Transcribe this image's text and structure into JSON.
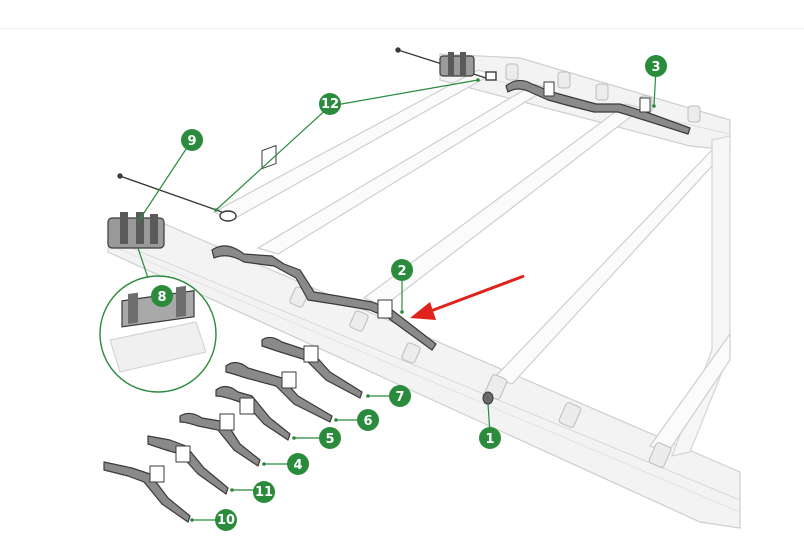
{
  "colors": {
    "callout_green": "#2a8b3c",
    "leader_green": "#2a8b3c",
    "arrow_red": "#e0231c",
    "frame_fill": "#f3f3f3",
    "frame_stroke": "#cfcfcf",
    "part_fill": "#8a8a8a",
    "part_stroke": "#3a3a3a"
  },
  "callouts": [
    {
      "id": "c1",
      "label": "1",
      "part": "end-cap-plug"
    },
    {
      "id": "c2",
      "label": "2",
      "part": "front-rail-spring-arm"
    },
    {
      "id": "c3",
      "label": "3",
      "part": "rear-rail-spring-arm"
    },
    {
      "id": "c4",
      "label": "4",
      "part": "spring-arm-variant-4"
    },
    {
      "id": "c5",
      "label": "5",
      "part": "spring-arm-variant-5"
    },
    {
      "id": "c6",
      "label": "6",
      "part": "spring-arm-variant-6"
    },
    {
      "id": "c7",
      "label": "7",
      "part": "spring-arm-variant-7"
    },
    {
      "id": "c8",
      "label": "8",
      "part": "bracket-detail-magnifier"
    },
    {
      "id": "c9",
      "label": "9",
      "part": "mounting-bracket"
    },
    {
      "id": "c10",
      "label": "10",
      "part": "spring-arm-variant-10"
    },
    {
      "id": "c11",
      "label": "11",
      "part": "spring-arm-variant-11"
    },
    {
      "id": "c12",
      "label": "12",
      "part": "tension-cable"
    }
  ],
  "pointer": {
    "target": "c2",
    "icon": "red-arrow-icon"
  }
}
